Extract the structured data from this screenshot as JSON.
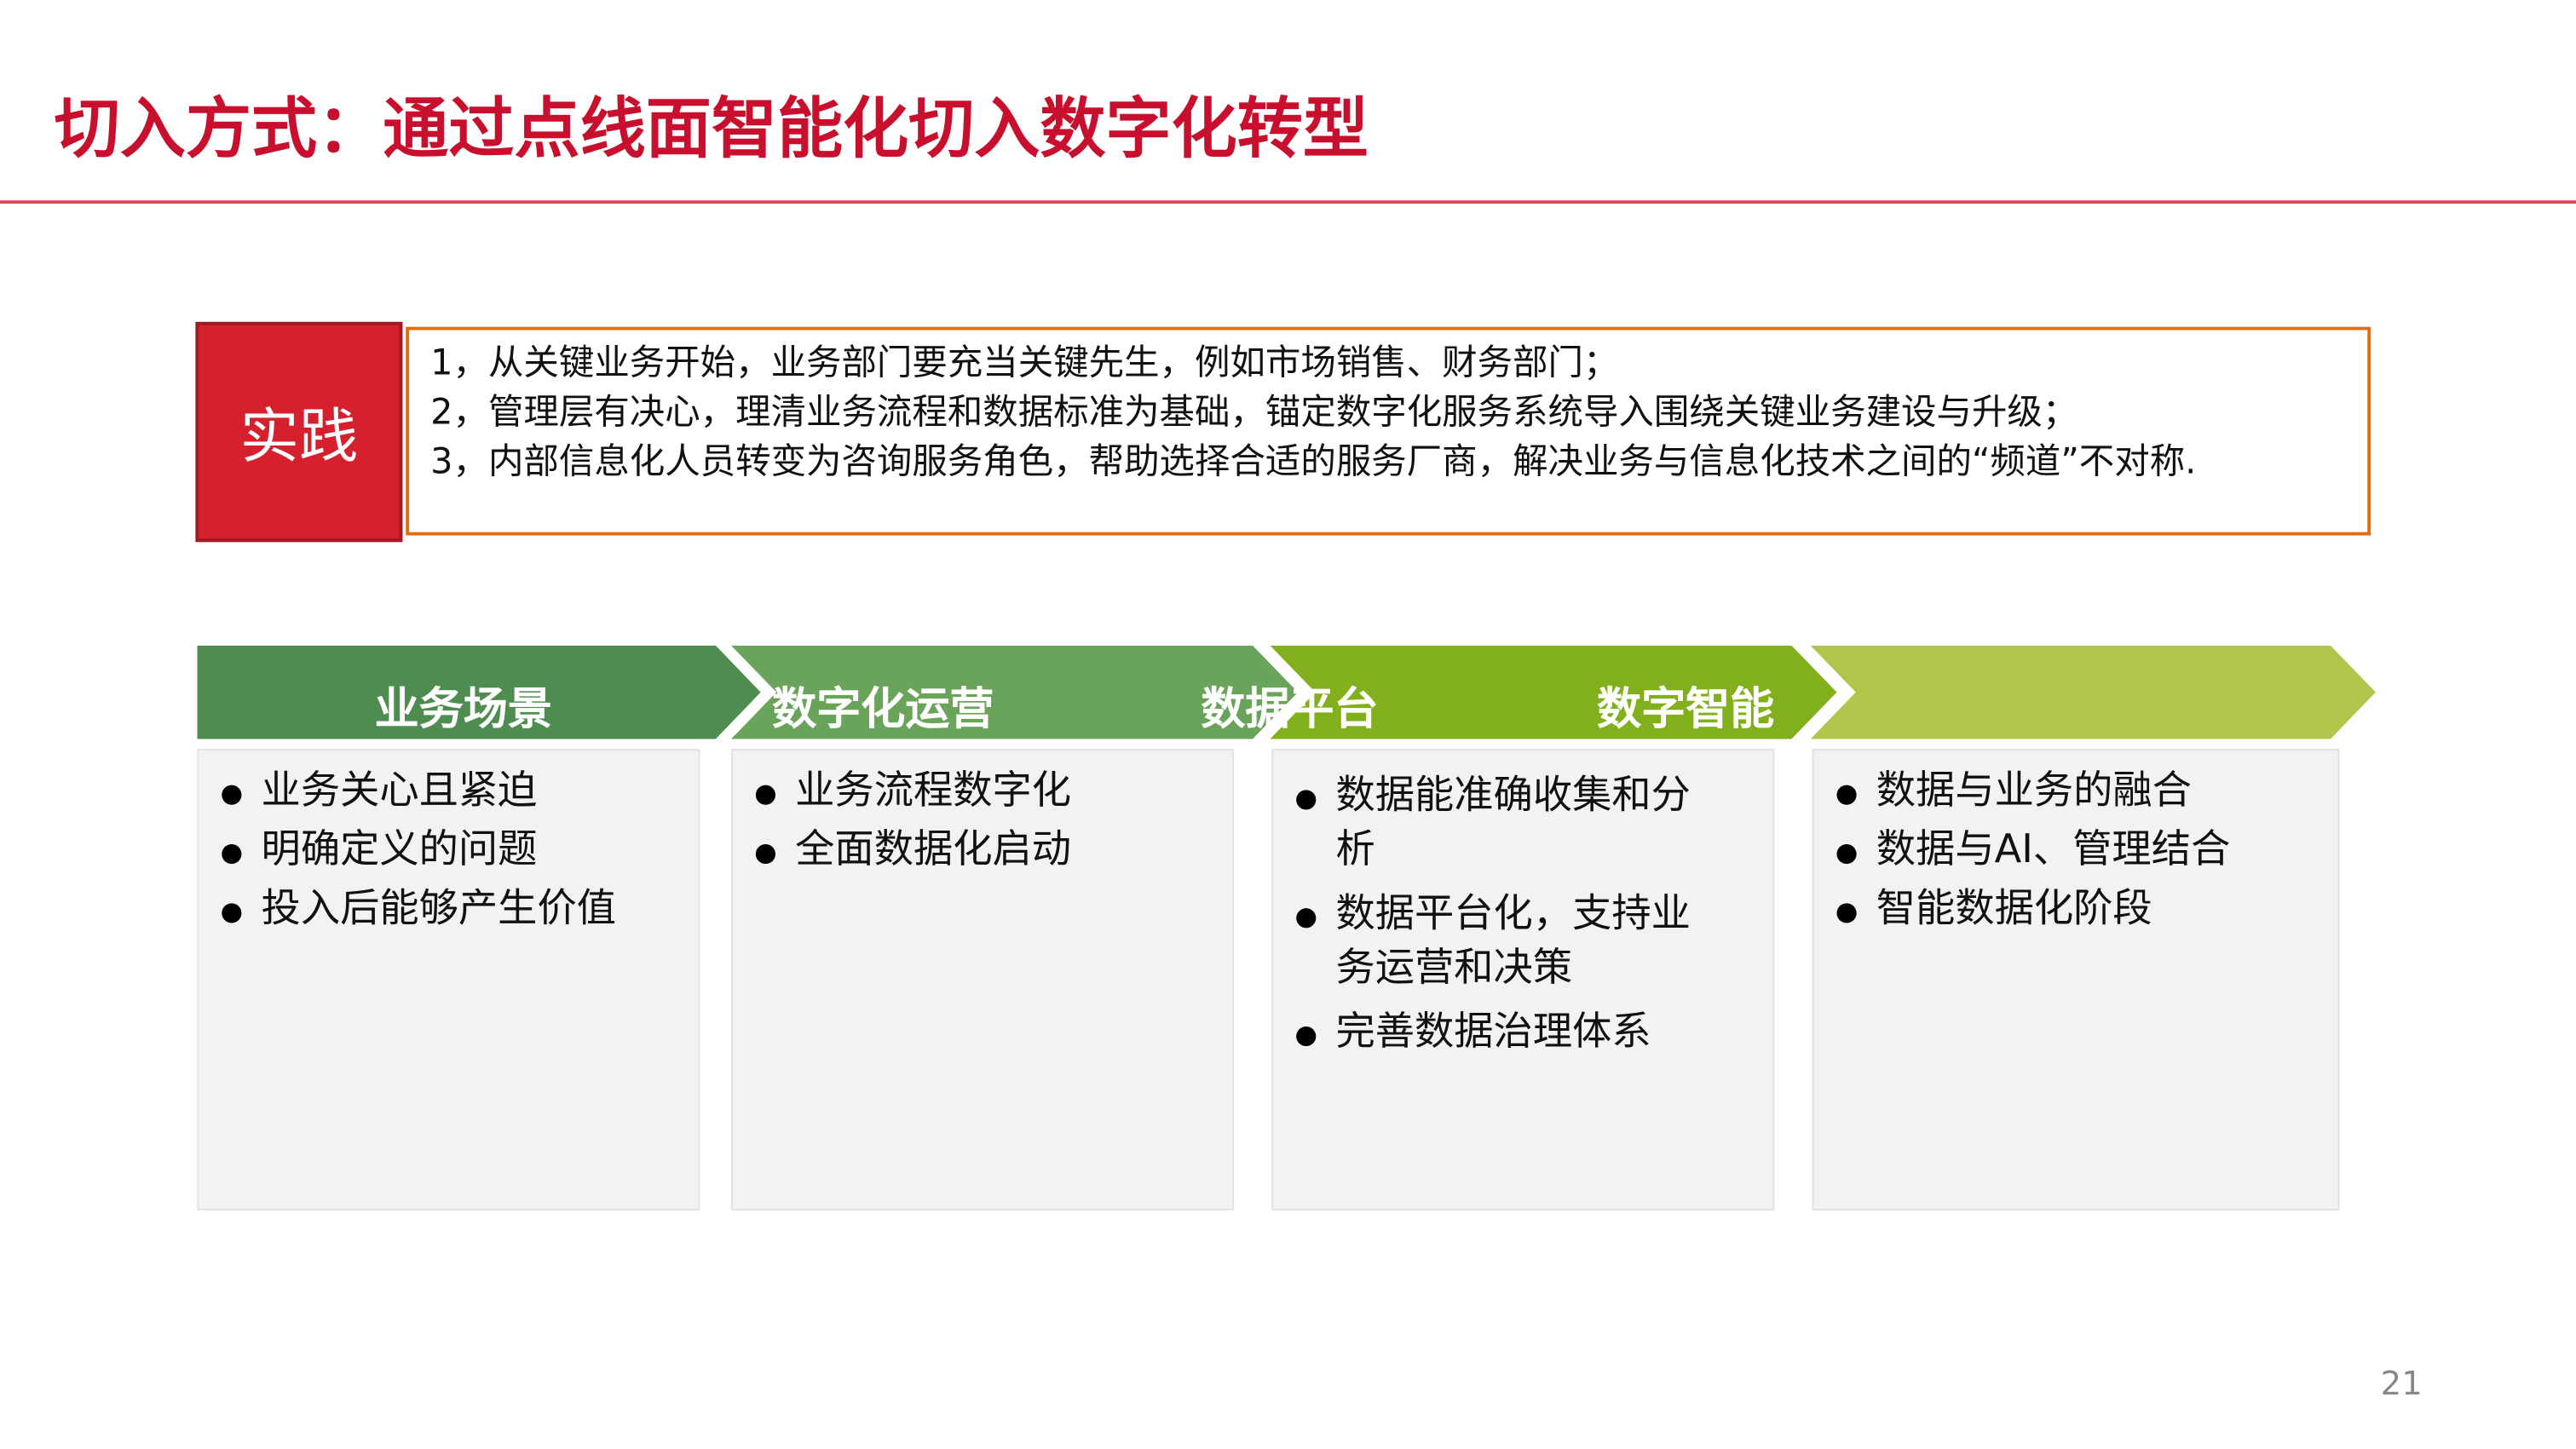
{
  "title": "切入方式：通过点线面智能化切入数字化转型",
  "practice": {
    "label": "实践",
    "lines": [
      "1，从关键业务开始，业务部门要充当关键先生，例如市场销售、财务部门；",
      "2，管理层有决心，理清业务流程和数据标准为基础，锚定数字化服务系统导入围绕关键业务建设与升级；",
      "3，内部信息化人员转变为咨询服务角色，帮助选择合适的服务厂商，解决业务与信息化技术之间的“频道”不对称."
    ]
  },
  "stages": [
    {
      "label": "业务场景",
      "color": "#4e8c50",
      "items": [
        "业务关心且紧迫",
        "明确定义的问题",
        "投入后能够产生价值"
      ]
    },
    {
      "label": "数字化运营",
      "color": "#6aa35a",
      "items": [
        "业务流程数字化",
        "全面数据化启动"
      ]
    },
    {
      "label": "数据平台",
      "color": "#82b01c",
      "items": [
        "数据能准确收集和分析",
        "数据平台化，支持业务运营和决策",
        "完善数据治理体系"
      ]
    },
    {
      "label": "数字智能",
      "color": "#b0c64a",
      "items": [
        "数据与业务的融合",
        "数据与AI、管理结合",
        "智能数据化阶段"
      ]
    }
  ],
  "page_number": "21"
}
